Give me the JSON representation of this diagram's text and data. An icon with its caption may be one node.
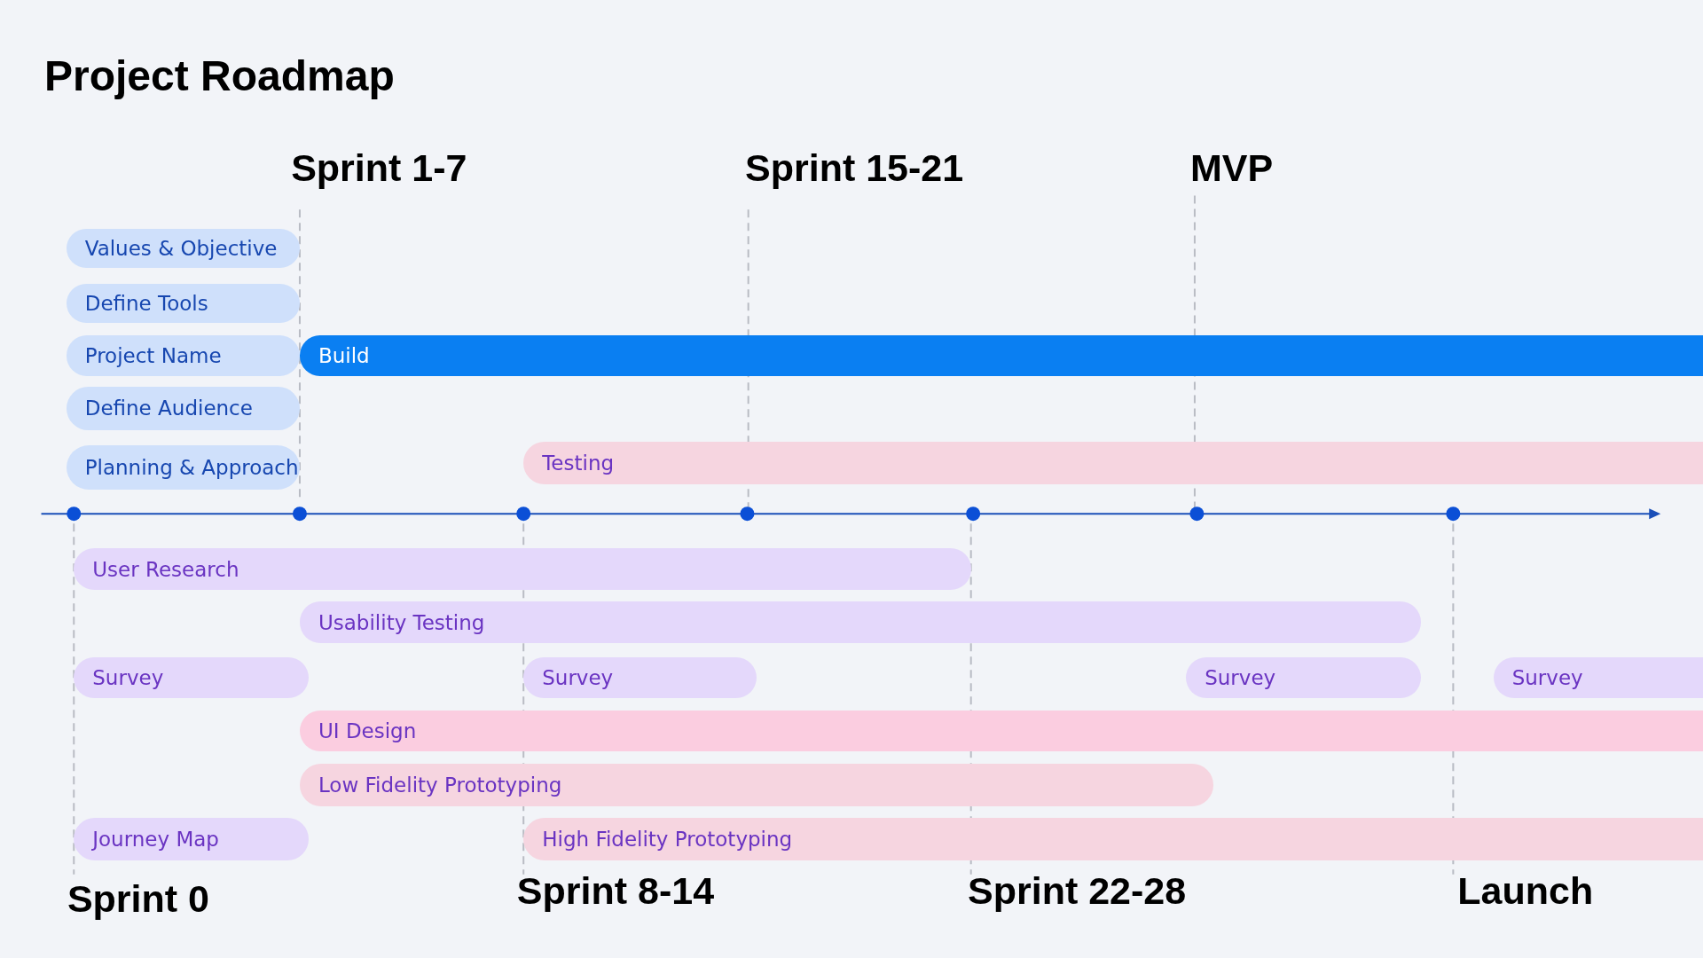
{
  "diagram": {
    "title": "Project Roadmap",
    "nodes": [
      {
        "text": [
          "Values & Objective"
        ]
      },
      {
        "text": [
          "Define Tools"
        ]
      },
      {
        "text": [
          "Project Name"
        ]
      },
      {
        "text": [
          "Build"
        ]
      },
      {
        "text": [
          "Define Audience"
        ]
      },
      {
        "text": [
          "Testing"
        ]
      },
      {
        "text": [
          "Planning & Approach"
        ]
      },
      {
        "text": [
          "User Research"
        ]
      },
      {
        "text": [
          "Usability Testing"
        ]
      },
      {
        "text": [
          "Survey"
        ]
      },
      {
        "text": [
          "Survey"
        ]
      },
      {
        "text": [
          "Survey"
        ]
      },
      {
        "text": [
          "Survey"
        ]
      },
      {
        "text": [
          "UI Design"
        ]
      },
      {
        "text": [
          "Low Fidelity Prototyping"
        ]
      },
      {
        "text": [
          "Journey Map"
        ]
      },
      {
        "text": [
          "High Fidelity Prototyping"
        ]
      }
    ],
    "edges": [],
    "labels": [
      "Sprint 1-7",
      "Sprint 15-21",
      "MVP",
      "Sprint 0",
      "Sprint 8-14",
      "Sprint 22-28",
      "Launch"
    ]
  }
}
